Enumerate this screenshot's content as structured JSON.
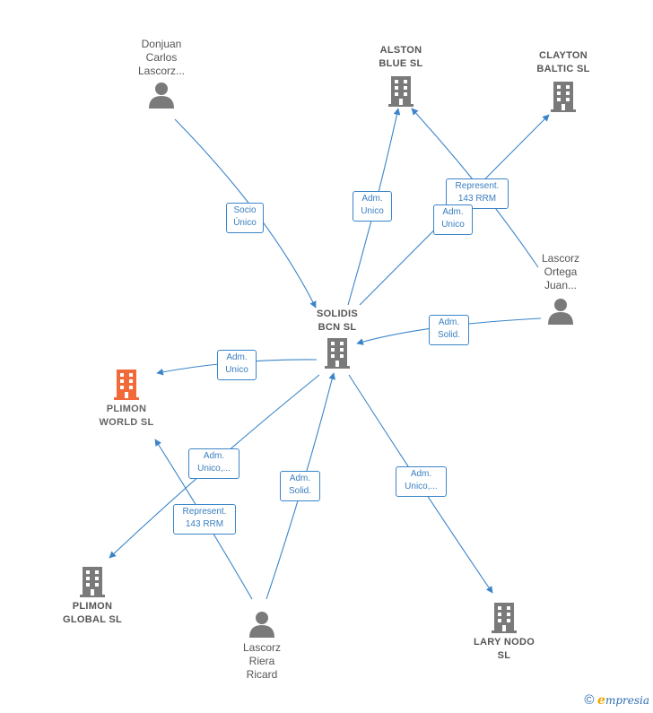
{
  "nodes": {
    "donjuan": {
      "label": "Donjuan\nCarlos\nLascorz..."
    },
    "alston": {
      "label": "ALSTON\nBLUE SL"
    },
    "clayton": {
      "label": "CLAYTON\nBALTIC  SL"
    },
    "lascorz_ortega": {
      "label": "Lascorz\nOrtega\nJuan..."
    },
    "solidis": {
      "label": "SOLIDIS\nBCN SL"
    },
    "plimon_world": {
      "label": "PLIMON\nWORLD  SL"
    },
    "plimon_global": {
      "label": "PLIMON\nGLOBAL  SL"
    },
    "lascorz_riera": {
      "label": "Lascorz\nRiera\nRicard"
    },
    "lary_nodo": {
      "label": "LARY NODO\nSL"
    }
  },
  "edges": {
    "donjuan_solidis": "Socio\nÚnico",
    "solidis_alston": "Adm.\nUnico",
    "lascorz_ortega_clayton": "Represent.\n143 RRM",
    "solidis_clayton": "Adm.\nUnico",
    "lascorz_ortega_solidis": "Adm.\nSolid.",
    "solidis_plimon_world": "Adm.\nUnico",
    "solidis_plimon_global": "Adm.\nUnico,...",
    "riera_plimon_world": "Represent.\n143 RRM",
    "riera_solidis": "Adm.\nSolid.",
    "solidis_lary": "Adm.\nUnico,..."
  },
  "colors": {
    "edge": "#3a85c9",
    "company_icon": "#7a7a7a",
    "highlight_icon": "#f26a3a",
    "person_icon": "#7a7a7a"
  },
  "footer": {
    "copyright": "©",
    "brand_initial": "e",
    "brand_rest": "mpresia"
  }
}
